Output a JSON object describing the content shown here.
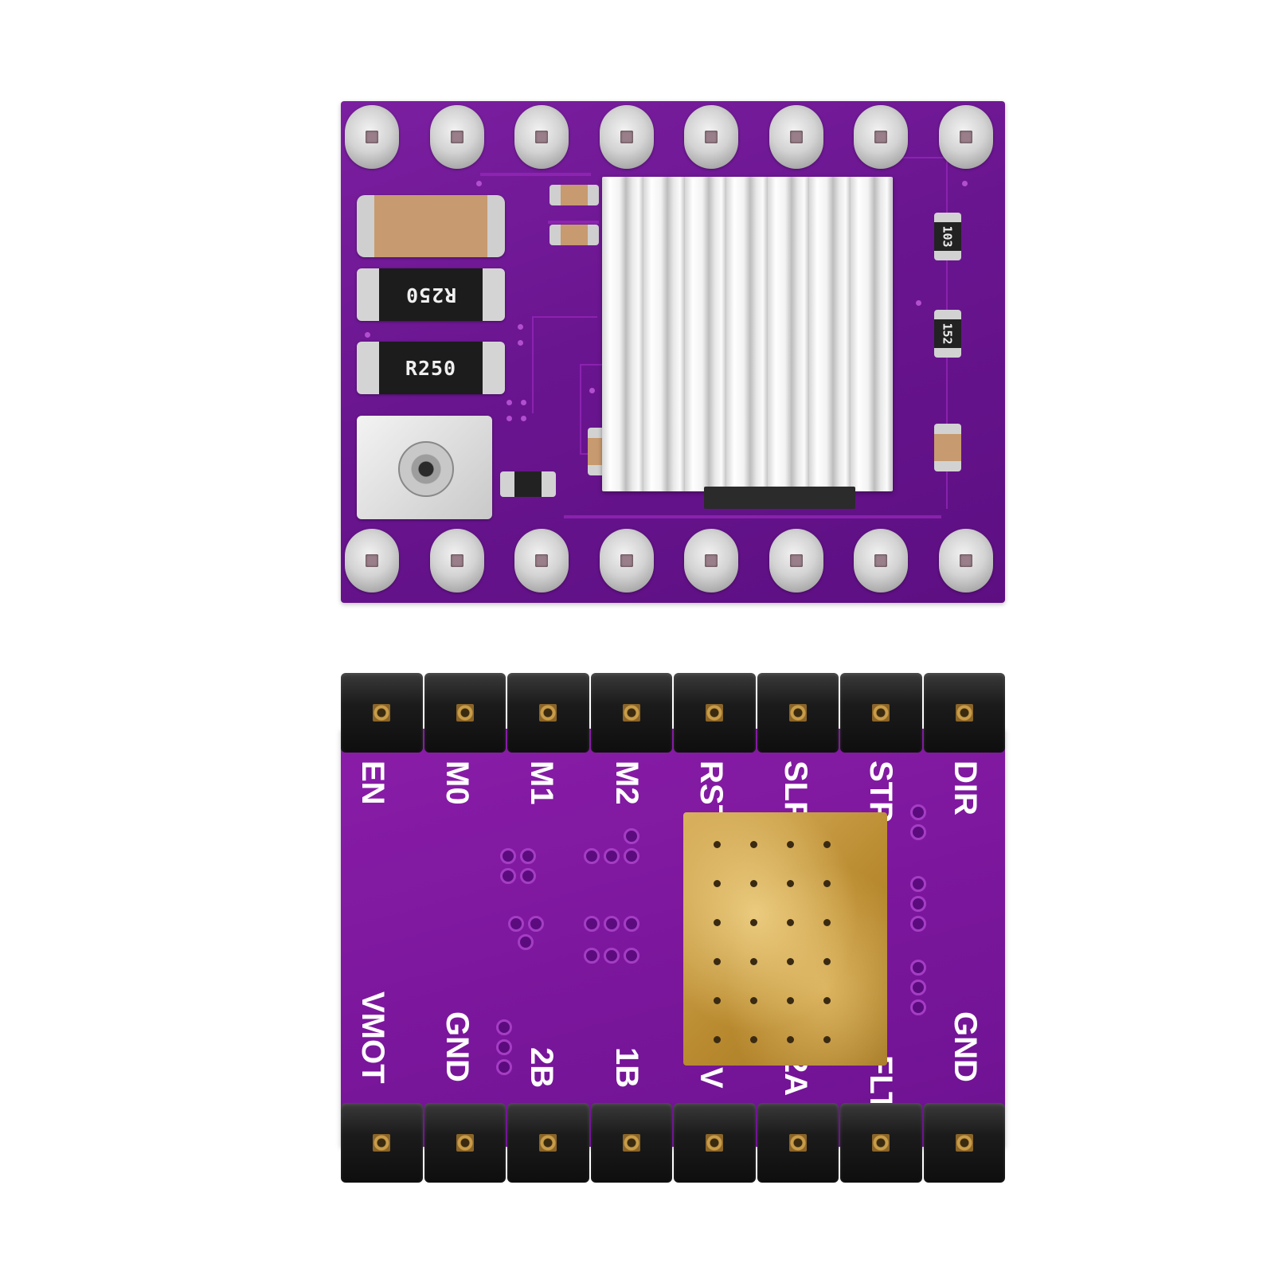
{
  "top_board": {
    "resistor_1": "R250",
    "resistor_2": "R250",
    "smd_1": "103",
    "smd_2": "152"
  },
  "bottom_board": {
    "top_labels": [
      "EN",
      "M0",
      "M1",
      "M2",
      "RST",
      "SLP",
      "STP",
      "DIR"
    ],
    "bottom_labels": [
      "VMOT",
      "GND",
      "2B",
      "1B",
      "V",
      "2A",
      "FLT",
      "GND"
    ]
  },
  "colors": {
    "pcb": "#7b1fa0",
    "heatsink": "#e8e8e8",
    "gold": "#c89c48"
  }
}
